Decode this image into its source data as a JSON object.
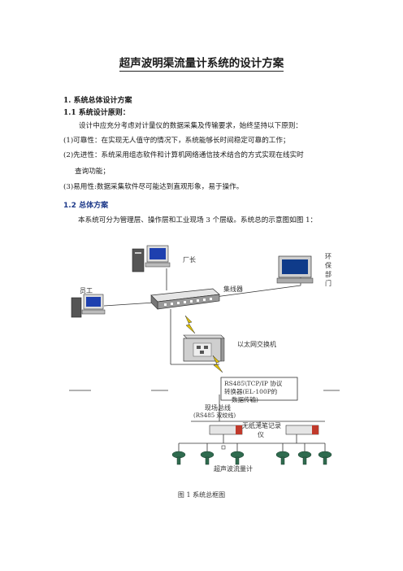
{
  "document": {
    "title": "超声波明渠流量计系统的设计方案",
    "section1_heading": "1.   系统总体设计方案",
    "sub1_heading": "1.1 系统设计原则：",
    "para_intro": "设计中应充分考虑对计量仪的数据采集及传输要求，始终坚持以下原则：",
    "item1": "(1)可靠性：在实现无人值守的情况下，系统能够长时间稳定可靠的工作；",
    "item2_line1": "(2)先进性：系统采用组态软件和计算机网络通信技术结合的方式实现在线实时",
    "item2_line2": "查询功能；",
    "item3": "(3)易用性:数据采集软件尽可能达到直观形象，易于操作。",
    "sub2_heading": "1.2  总体方案",
    "para_overview": "本系统可分为管理层、操作层和工业现场 3 个层级。系统总的示意图如图 1："
  },
  "diagram": {
    "label_factory_manager": "厂长",
    "label_env_dept_1": "环",
    "label_env_dept_2": "保",
    "label_env_dept_3": "部",
    "label_env_dept_4": "门",
    "label_staff": "员工",
    "label_hub": "集线器",
    "label_ethernet_switch": "以太网交换机",
    "label_converter_1": "RS485\\TCP/IP 协议",
    "label_converter_2": "转换器(EL-100P的",
    "label_converter_3": "数据传输)",
    "label_fieldbus_1": "现场总线",
    "label_fieldbus_2": "(RS485 双绞线)",
    "label_recorder_1": "无纸无笔记录",
    "label_recorder_2": "仪",
    "label_flowmeter": "超声波流量计",
    "caption": "图 1  系统总框图"
  }
}
